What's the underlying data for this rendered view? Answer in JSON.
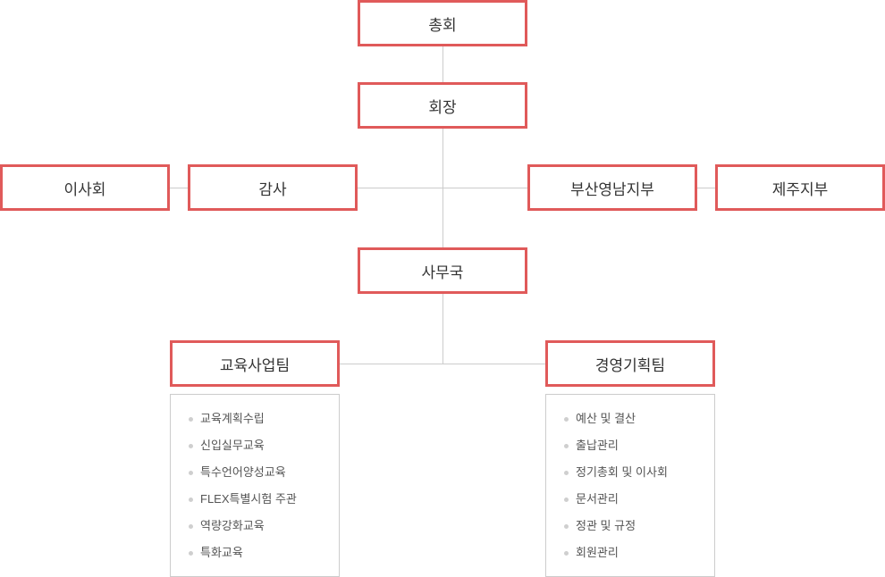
{
  "org": {
    "general_assembly": "총회",
    "president": "회장",
    "board": "이사회",
    "audit": "감사",
    "busan_branch": "부산영남지부",
    "jeju_branch": "제주지부",
    "secretariat": "사무국",
    "education_team": {
      "title": "교육사업팀",
      "items": [
        "교육계획수립",
        "신입실무교육",
        "특수언어양성교육",
        "FLEX특별시험 주관",
        "역량강화교육",
        "특화교육"
      ]
    },
    "management_team": {
      "title": "경영기획팀",
      "items": [
        "예산 및 결산",
        "출납관리",
        "정기총회 및 이사회",
        "문서관리",
        "정관 및 규정",
        "회원관리"
      ]
    }
  },
  "colors": {
    "box_border": "#e05a5a",
    "connector": "#cccccc",
    "bullet": "#cfcfcf"
  }
}
